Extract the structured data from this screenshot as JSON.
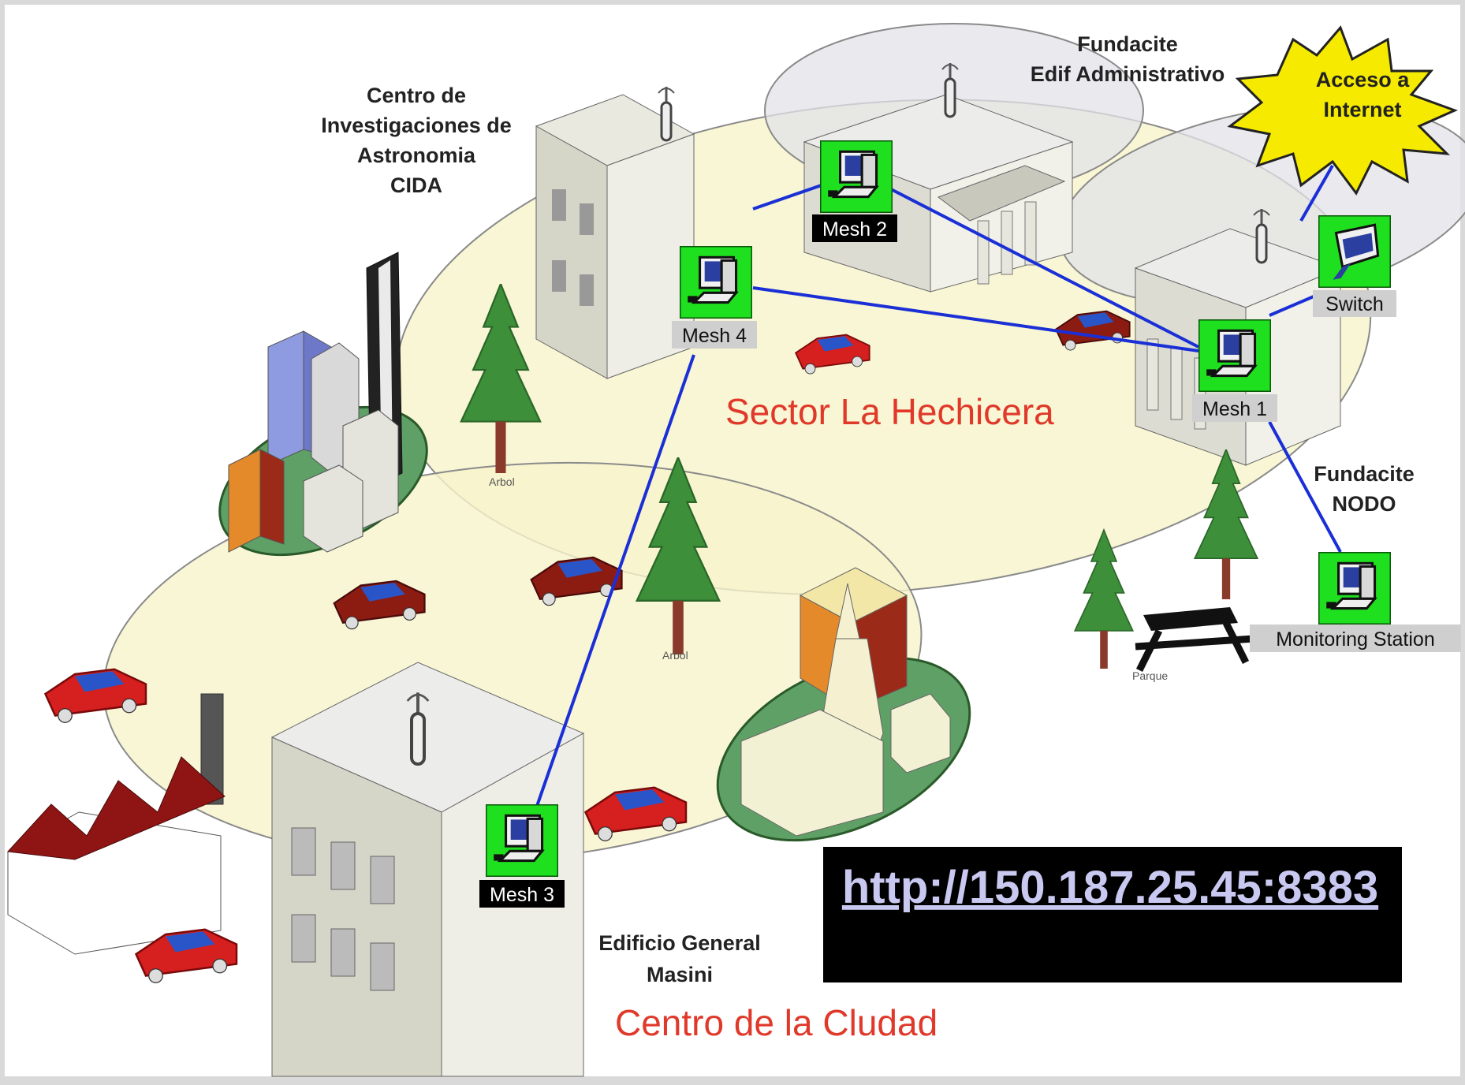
{
  "labels": {
    "cida": [
      "Centro de",
      "Investigaciones de",
      "Astronomia",
      "CIDA"
    ],
    "fundacite_admin": [
      "Fundacite",
      "Edif Administrativo"
    ],
    "internet": [
      "Acceso a",
      "Internet"
    ],
    "fundacite_nodo": [
      "Fundacite",
      "NODO"
    ],
    "edificio_masini": [
      "Edificio General",
      "Masini"
    ],
    "sector_hechicera": "Sector La Hechicera",
    "centro_ciudad": "Centro de la Cludad",
    "arbol_1": "Arbol",
    "arbol_2": "Arbol",
    "parque": "Parque"
  },
  "nodes": {
    "mesh1": "Mesh 1",
    "mesh2": "Mesh 2",
    "mesh3": "Mesh 3",
    "mesh4": "Mesh 4",
    "switch": "Switch",
    "monitoring": "Monitoring Station"
  },
  "url": "http://150.187.25.45:8383",
  "colors": {
    "link": "#1a2fd6",
    "node_green": "#1fe01f",
    "sector_red": "#e0392a",
    "url_bg": "#000000",
    "url_text": "#c8c8f0",
    "coverage_fill": "#f7f4cc"
  },
  "icons": {
    "node": "computer-icon",
    "switch": "switch-icon",
    "antenna": "antenna-icon",
    "burst": "starburst-icon"
  }
}
